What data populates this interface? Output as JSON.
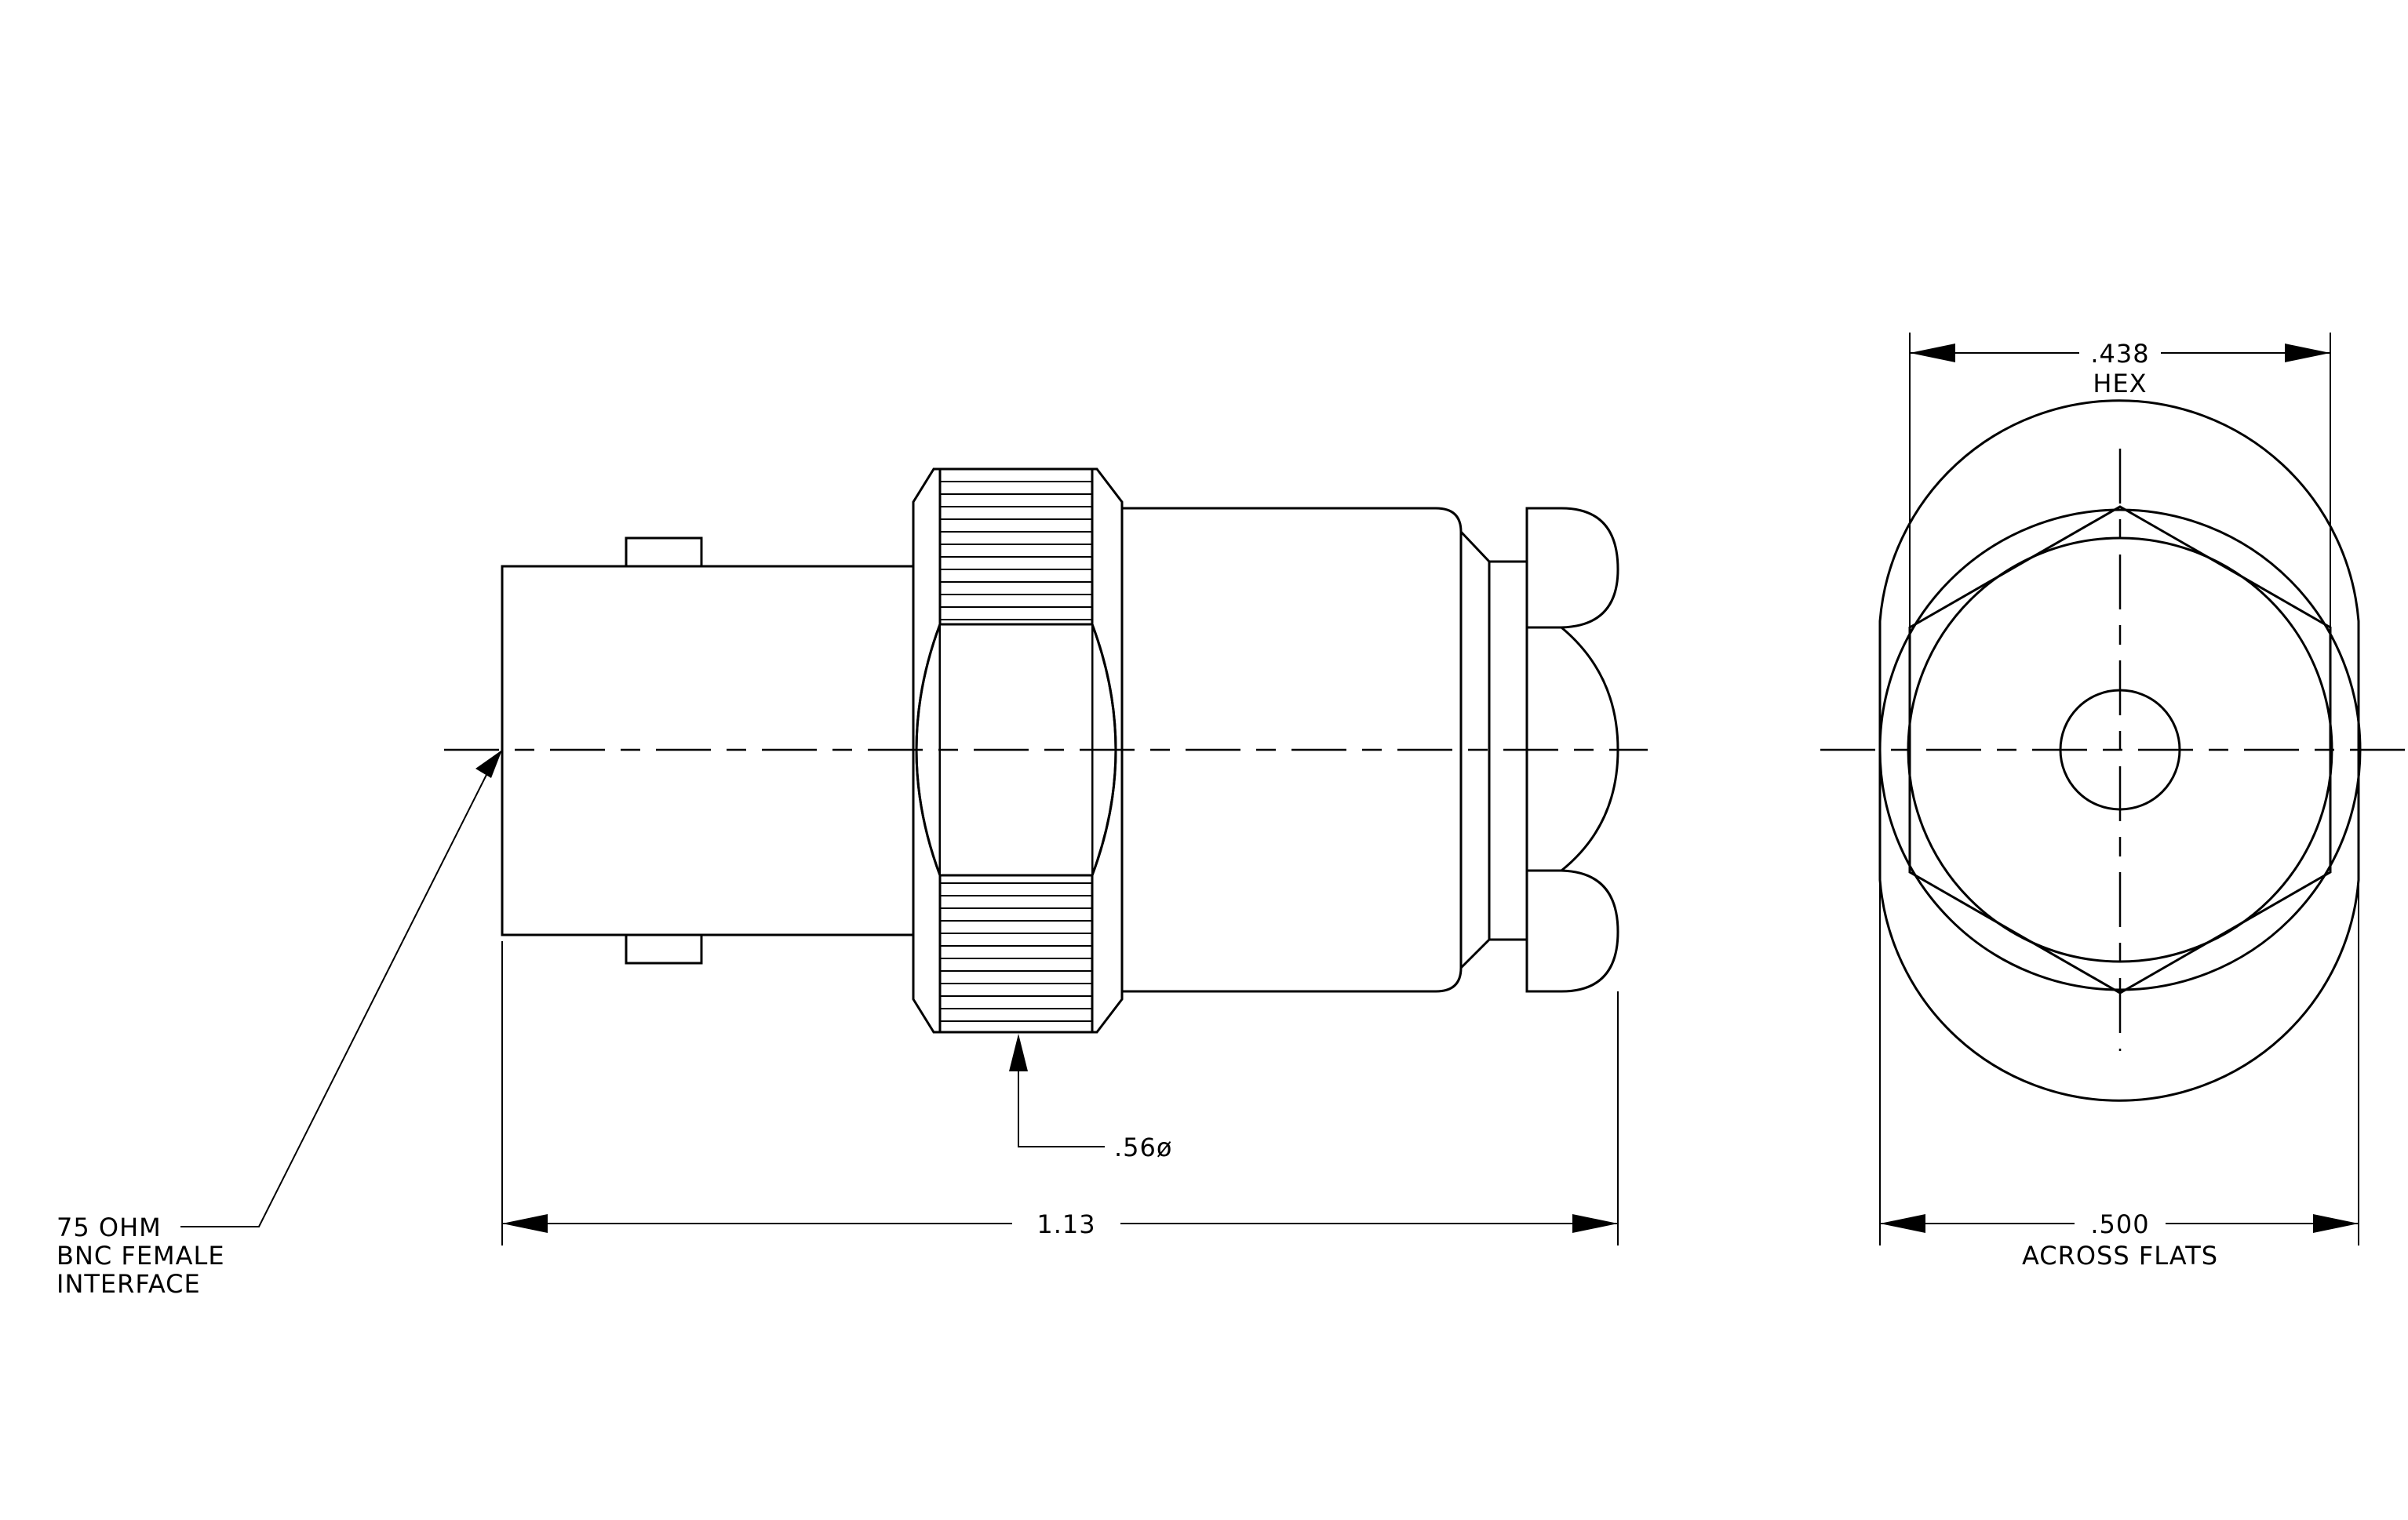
{
  "labels": {
    "interface_line1": "75 OHM",
    "interface_line2": "BNC FEMALE",
    "interface_line3": "INTERFACE",
    "diameter": ".56ø",
    "length": "1.13",
    "hex_size": ".438",
    "hex_label": "HEX",
    "flats_size": ".500",
    "flats_label": "ACROSS FLATS"
  }
}
